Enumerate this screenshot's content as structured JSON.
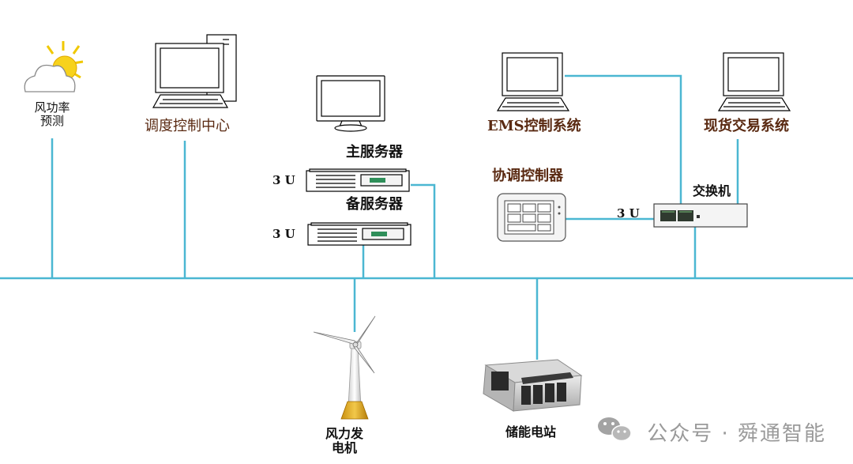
{
  "labels": {
    "wind_forecast": "风功率\n预测",
    "dispatch_center": "调度控制中心",
    "main_server": "主服务器",
    "backup_server": "备服务器",
    "server1_units": "3 U",
    "server2_units": "3 U",
    "ems": "EMS控制系统",
    "coordinator": "协调控制器",
    "coord_units": "3 U",
    "switch": "交换机",
    "spot_trading": "现货交易系统",
    "wind_turbine": "风力发\n电机",
    "storage_station": "储能电站"
  },
  "watermark": {
    "text": "公众号 · 舜通智能",
    "icon": "wechat-icon"
  },
  "colors": {
    "network_line": "#4bb7d2",
    "line": "#000000",
    "label_brown": "#5a2a12"
  }
}
